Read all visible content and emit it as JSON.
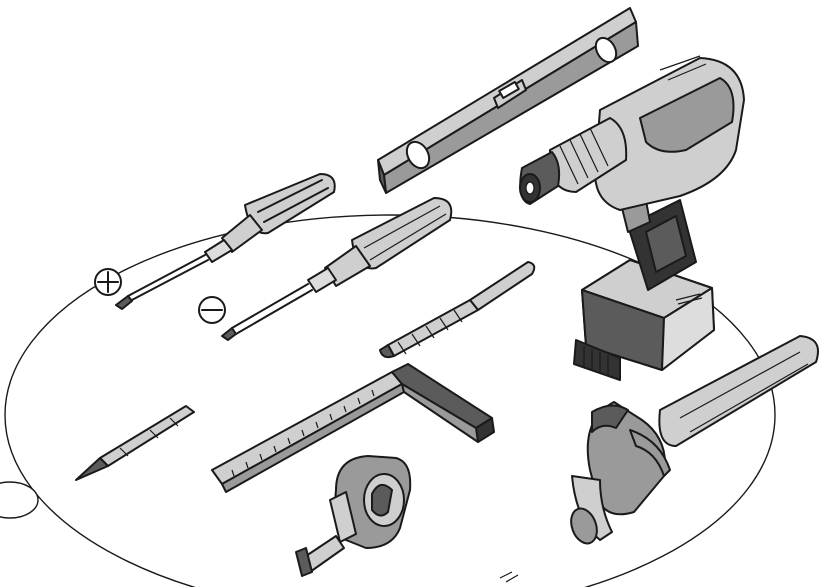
{
  "figure": {
    "kind": "tool-kit illustration",
    "items": [
      {
        "name": "cordless-drill",
        "icon": "drill-icon"
      },
      {
        "name": "spirit-level",
        "icon": "level-icon"
      },
      {
        "name": "phillips-screwdriver",
        "icon": "screwdriver-icon",
        "symbol": "⊕"
      },
      {
        "name": "flathead-screwdriver",
        "icon": "screwdriver-icon",
        "symbol": "⊖"
      },
      {
        "name": "drill-bit",
        "icon": "drill-bit-icon"
      },
      {
        "name": "carpenter-pencil",
        "icon": "pencil-icon"
      },
      {
        "name": "try-square",
        "icon": "square-ruler-icon"
      },
      {
        "name": "tape-measure",
        "icon": "tape-measure-icon"
      },
      {
        "name": "claw-hammer",
        "icon": "hammer-icon"
      }
    ],
    "colors": {
      "outline": "#1a1a1a",
      "light": "#cfcfcf",
      "mid": "#9a9a9a",
      "dark": "#5b5b5b",
      "background": "#ffffff"
    }
  }
}
